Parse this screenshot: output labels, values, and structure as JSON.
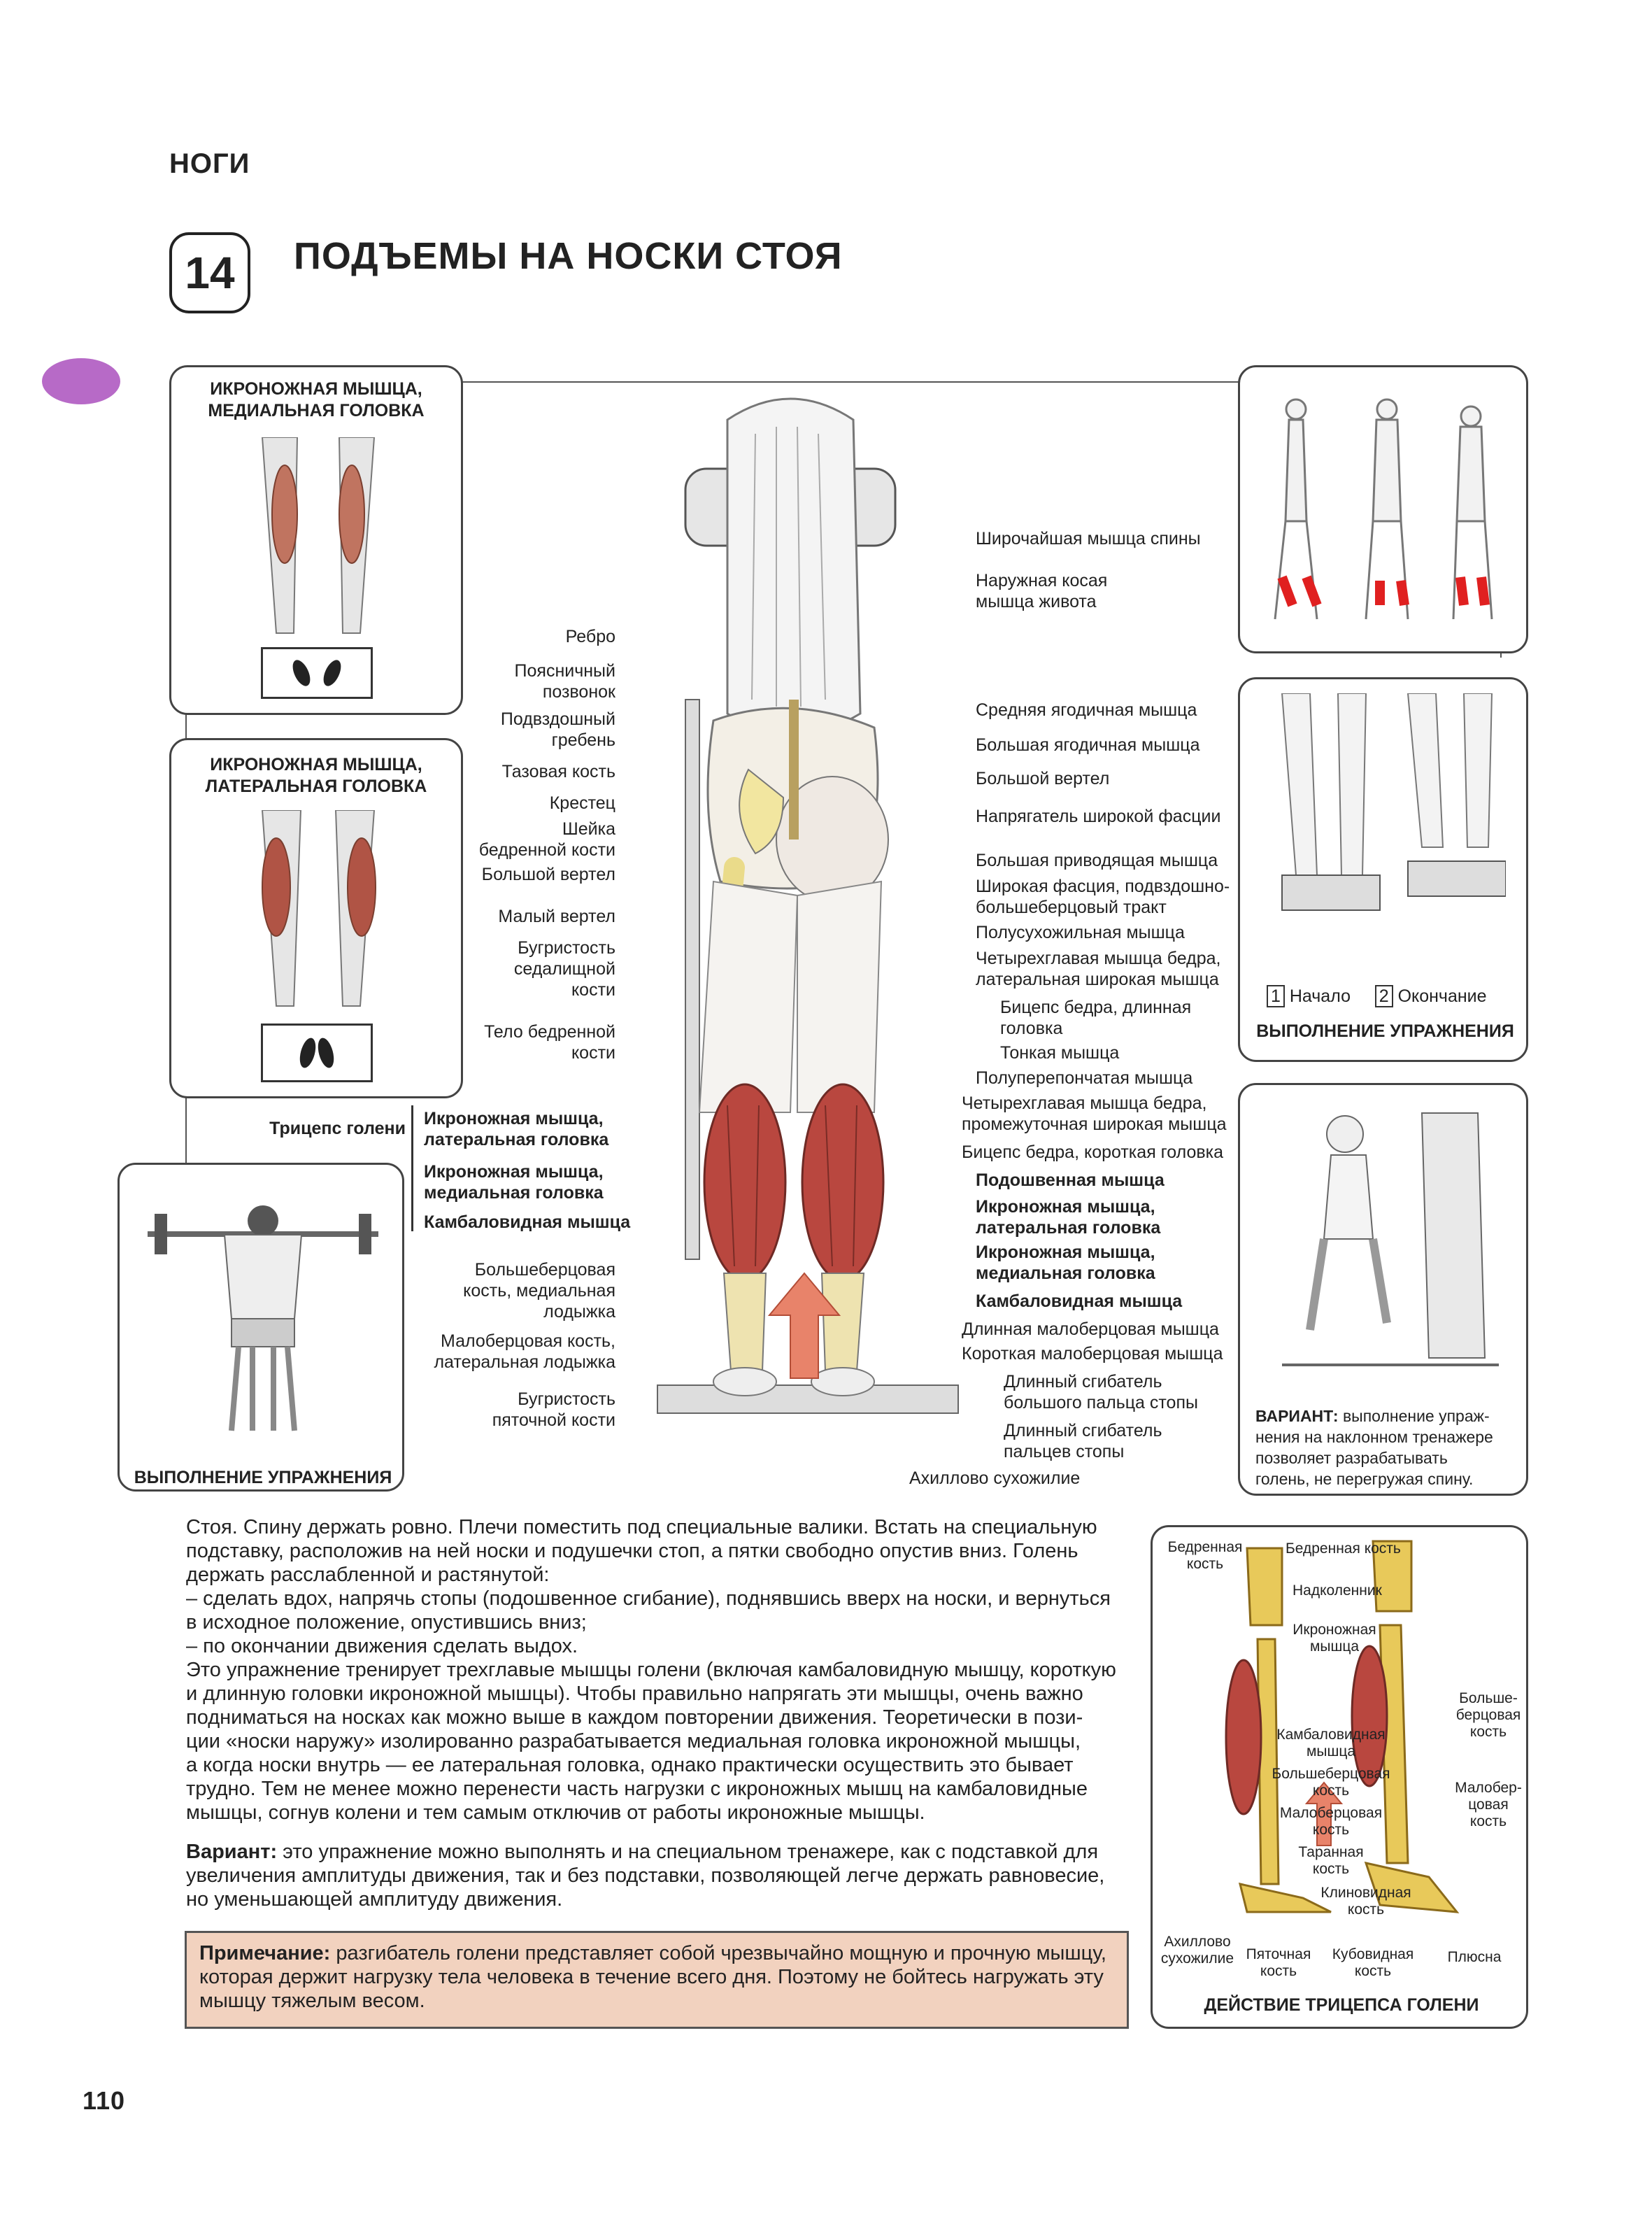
{
  "section": "НОГИ",
  "exercise_number": "14",
  "title": "ПОДЪЕМЫ НА НОСКИ СТОЯ",
  "tab_color": "#b76ac7",
  "muscle_panel_1": {
    "title_line1": "ИКРОНОЖНАЯ МЫШЦА,",
    "title_line2": "МЕДИАЛЬНАЯ ГОЛОВКА"
  },
  "muscle_panel_2": {
    "title_line1": "ИКРОНОЖНАЯ МЫШЦА,",
    "title_line2": "ЛАТЕРАЛЬНАЯ ГОЛОВКА"
  },
  "stretch_panel": {
    "start_num": "1",
    "start": "Начало",
    "end_num": "2",
    "end": "Окончание",
    "caption": "ВЫПОЛНЕНИЕ УПРАЖНЕНИЯ"
  },
  "barbell_panel": {
    "caption": "ВЫПОЛНЕНИЕ УПРАЖНЕНИЯ"
  },
  "variant_panel": {
    "bold": "ВАРИАНТ:",
    "line1": " выполнение упраж-",
    "line2": "нения на наклонном тренажере",
    "line3": "позволяет разрабатывать",
    "line4": "голень, не перегружая спину."
  },
  "labels_left": [
    "Ребро",
    "Поясничный",
    "позвонок",
    "Подвздошный",
    "гребень",
    "Тазовая кость",
    "Крестец",
    "Шейка",
    "бедренной кости",
    "Большой вертел",
    "Малый вертел",
    "Бугристость",
    "седалищной",
    "кости",
    "Тело бедренной",
    "кости",
    "Трицепс голени",
    "Икроножная мышца,",
    "латеральная головка",
    "Икроножная мышца,",
    "медиальная головка",
    "Камбаловидная мышца",
    "Большеберцовая",
    "кость, медиальная",
    "лодыжка",
    "Малоберцовая кость,",
    "латеральная лодыжка",
    "Бугристость",
    "пяточной кости"
  ],
  "labels_right": [
    "Широчайшая мышца спины",
    "Наружная косая",
    "мышца живота",
    "Средняя ягодичная мышца",
    "Большая ягодичная мышца",
    "Большой вертел",
    "Напрягатель широкой фасции",
    "Большая приводящая мышца",
    "Широкая фасция, подвздошно-",
    "большеберцовый тракт",
    "Полусухожильная мышца",
    "Четырехглавая мышца бедра,",
    "латеральная широкая мышца",
    "Бицепс бедра, длинная",
    "головка",
    "Тонкая мышца",
    "Полуперепончатая мышца",
    "Четырехглавая мышца бедра,",
    "промежуточная широкая мышца",
    "Бицепс бедра, короткая головка",
    "Подошвенная мышца",
    "Икроножная мышца,",
    "латеральная головка",
    "Икроножная мышца,",
    "медиальная головка",
    "Камбаловидная мышца",
    "Длинная малоберцовая мышца",
    "Короткая малоберцовая мышца",
    "Длинный сгибатель",
    "большого пальца стопы",
    "Длинный сгибатель",
    "пальцев стопы",
    "Ахиллово сухожилие"
  ],
  "body_text": [
    "Стоя. Спину держать ровно. Плечи поместить под специальные валики. Встать на специальную",
    "подставку, расположив на ней носки и подушечки стоп, а пятки свободно опустив вниз. Голень",
    "держать расслабленной и растянутой:",
    "– сделать вдох, напрячь стопы (подошвенное сгибание), поднявшись вверх на носки, и вернуться",
    "в исходное положение, опустившись вниз;",
    "– по окончании движения сделать выдох.",
    "Это упражнение тренирует трехглавые мышцы голени (включая камбаловидную мышцу, короткую",
    "и длинную головки икроножной мышцы). Чтобы правильно напрягать эти мышцы, очень важно",
    "подниматься на носках как можно выше в каждом повторении движения. Теоретически в пози-",
    "ции «носки наружу» изолированно разрабатывается медиальная головка икроножной мышцы,",
    "а когда носки внутрь — ее латеральная головка, однако практически осуществить это бывает",
    "трудно. Тем не менее можно перенести часть нагрузки с икроножных мышц на камбаловидные",
    "мышцы, согнув колени и тем самым отключив от работы икроножные мышцы."
  ],
  "variant_text": {
    "bold": "Вариант:",
    "line1": " это упражнение можно выполнять и на специальном тренажере, как с подставкой для",
    "line2": "увеличения амплитуды движения, так и без подставки, позволяющей легче держать равновесие,",
    "line3": "но уменьшающей амплитуду движения."
  },
  "note": {
    "bold": "Примечание:",
    "line1": " разгибатель голени представляет собой чрезвычайно мощную и прочную мышцу,",
    "line2": "которая держит нагрузку тела человека в течение всего дня. Поэтому не бойтесь нагружать эту",
    "line3": "мышцу тяжелым весом."
  },
  "triceps_panel": {
    "caption": "ДЕЙСТВИЕ ТРИЦЕПСА ГОЛЕНИ",
    "labels": [
      "Бедренная",
      "кость",
      "Бедренная кость",
      "Надколенник",
      "Икроножная",
      "мышца",
      "Больше-",
      "берцовая",
      "кость",
      "Камбаловидная",
      "мышца",
      "Большеберцовая",
      "кость",
      "Малобер-",
      "цовая",
      "кость",
      "Малоберцовая",
      "кость",
      "Таранная",
      "кость",
      "Клиновидная",
      "кость",
      "Ахиллово",
      "сухожилие",
      "Пяточная",
      "кость",
      "Кубовидная",
      "кость",
      "Плюсна"
    ]
  },
  "page_number": "110"
}
